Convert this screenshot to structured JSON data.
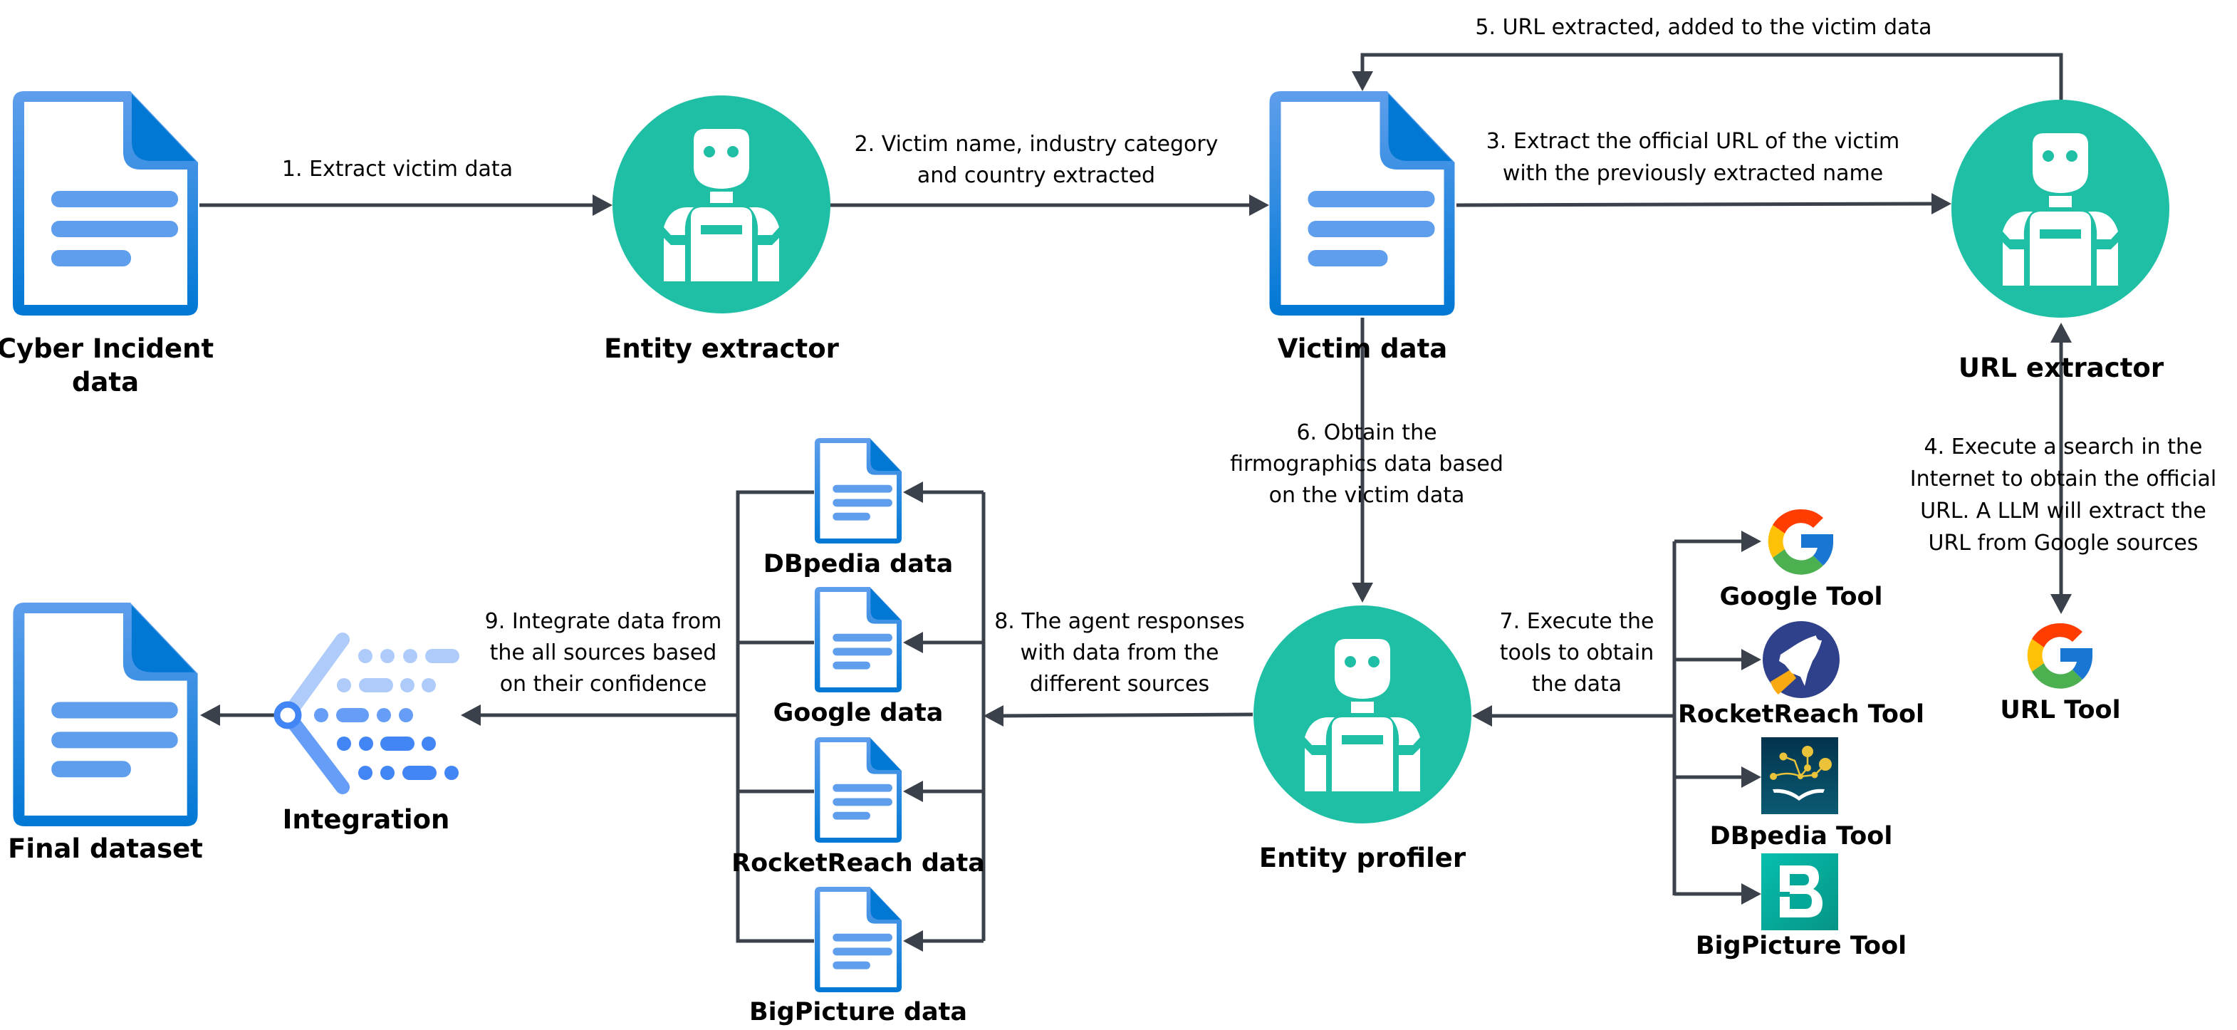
{
  "diagram": {
    "colors": {
      "connector": "#3b414a",
      "agent_fill": "#1fbfa5",
      "doc_light": "#5e9eec",
      "doc_dark": "#0078d4",
      "integration_light": "#aecbfa",
      "integration_mid": "#669df6",
      "integration_dark": "#4285f4"
    },
    "nodes": {
      "cyber_incident": {
        "line1": "Cyber Incident",
        "line2": "data",
        "icon": "document-icon"
      },
      "entity_extractor": {
        "label": "Entity extractor",
        "icon": "robot-agent-icon"
      },
      "victim_data": {
        "label": "Victim data",
        "icon": "document-icon"
      },
      "url_extractor": {
        "label": "URL extractor",
        "icon": "robot-agent-icon"
      },
      "url_tool": {
        "label": "URL Tool",
        "icon": "google-g-icon"
      },
      "entity_profiler": {
        "label": "Entity profiler",
        "icon": "robot-agent-icon"
      },
      "final_dataset": {
        "label": "Final dataset",
        "icon": "document-icon"
      },
      "integration": {
        "label": "Integration",
        "icon": "integration-icon"
      }
    },
    "tools": [
      {
        "label": "Google Tool",
        "icon": "google-g-icon"
      },
      {
        "label": "RocketReach Tool",
        "icon": "rocketreach-icon"
      },
      {
        "label": "DBpedia Tool",
        "icon": "dbpedia-icon"
      },
      {
        "label": "BigPicture Tool",
        "icon": "bigpicture-icon"
      }
    ],
    "sources": [
      {
        "label": "DBpedia data",
        "icon": "document-icon"
      },
      {
        "label": "Google data",
        "icon": "document-icon"
      },
      {
        "label": "RocketReach data",
        "icon": "document-icon"
      },
      {
        "label": "BigPicture data",
        "icon": "document-icon"
      }
    ],
    "steps": {
      "s1": [
        "1. Extract victim data"
      ],
      "s2": [
        "2. Victim name, industry category",
        "and country extracted"
      ],
      "s3": [
        "3. Extract the official URL of the victim",
        "with the previously extracted name"
      ],
      "s4": [
        "4. Execute a search in the",
        "Internet to obtain the official",
        "URL. A LLM will extract the",
        "URL from Google sources"
      ],
      "s5": [
        "5. URL extracted, added to the victim data"
      ],
      "s6": [
        "6. Obtain the",
        "firmographics data based",
        "on the victim data"
      ],
      "s7": [
        "7. Execute the",
        "tools to obtain",
        "the data"
      ],
      "s8": [
        "8. The agent responses",
        "with data from the",
        "different sources"
      ],
      "s9": [
        "9. Integrate data from",
        "the all sources based",
        "on their confidence"
      ]
    }
  }
}
